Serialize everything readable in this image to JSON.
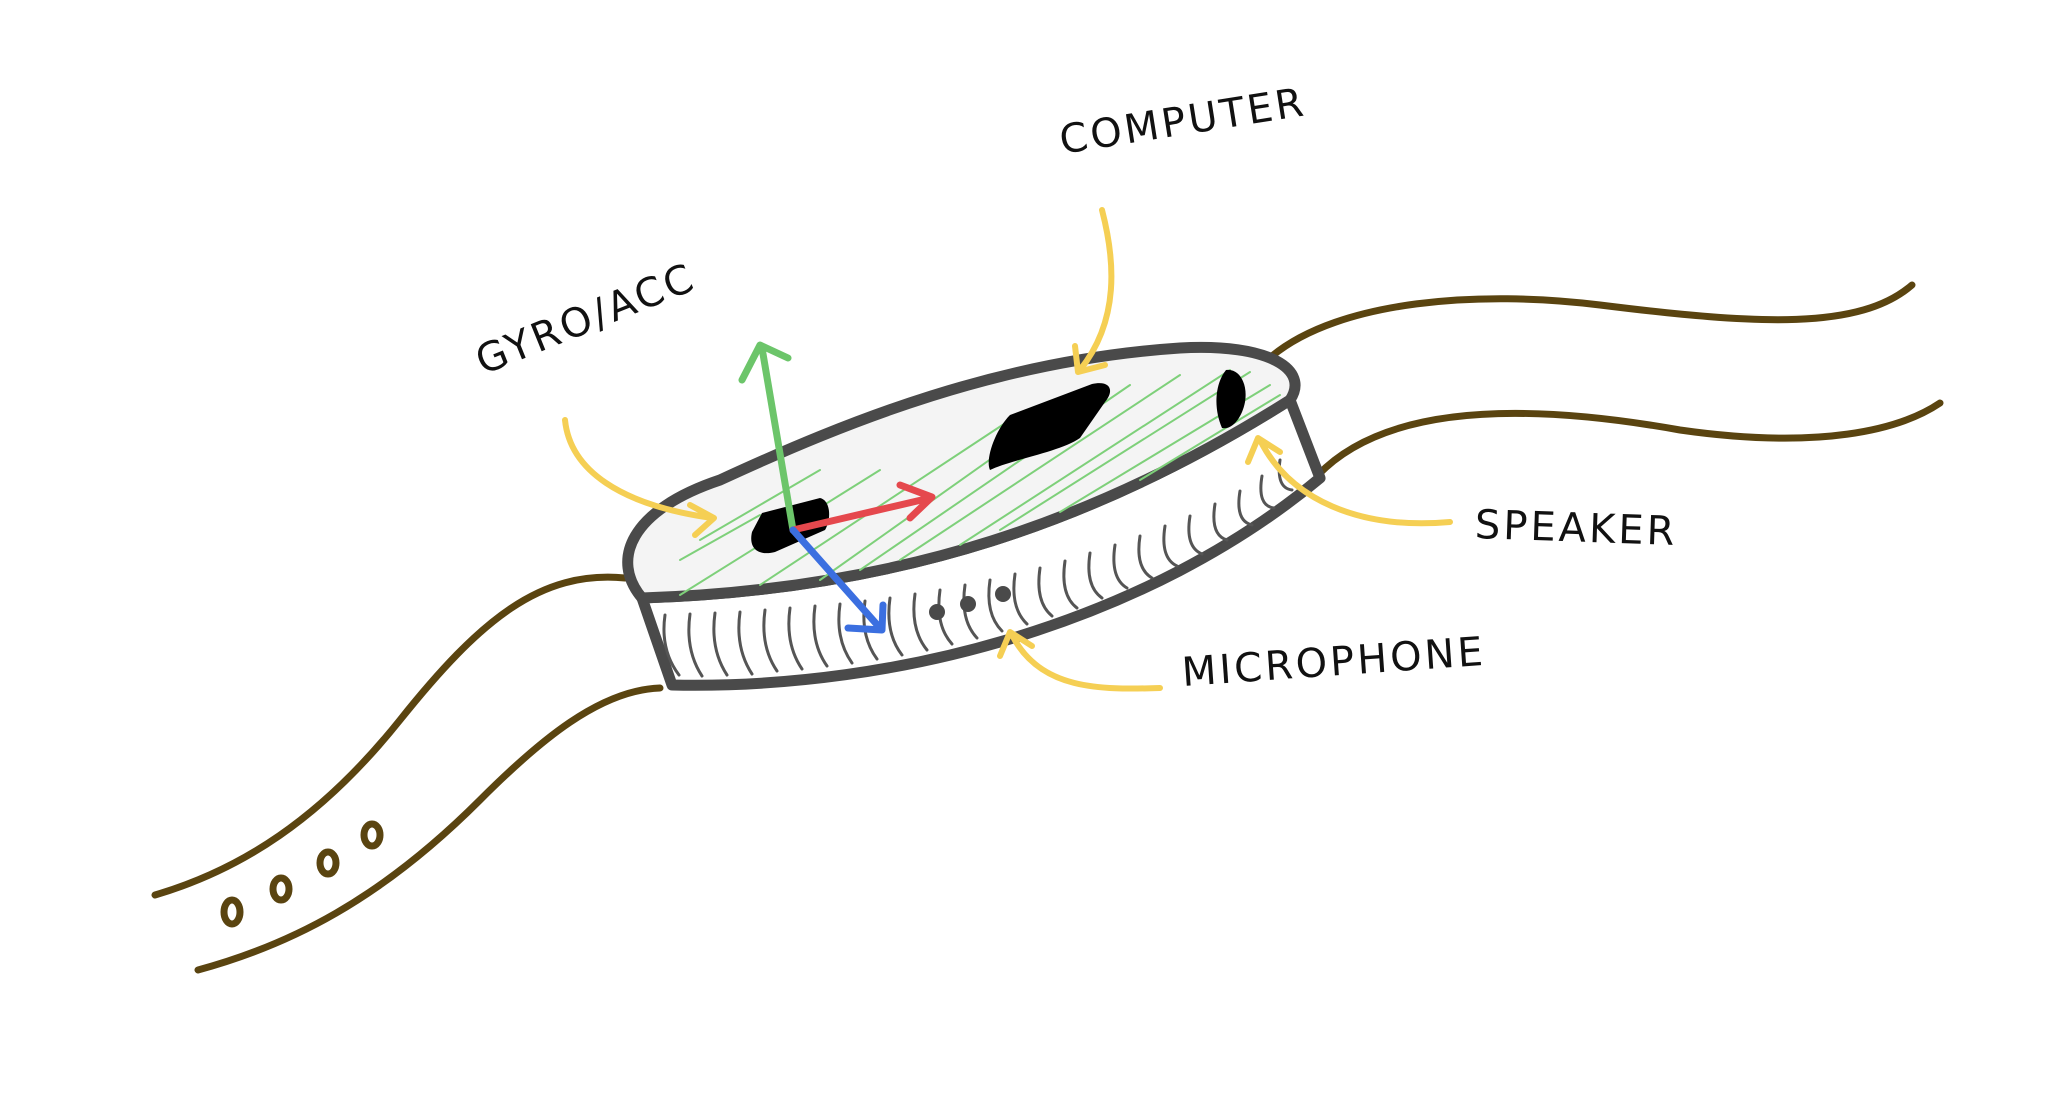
{
  "labels": {
    "computer": "COMPUTER",
    "gyro_acc": "GYRO/ACC",
    "speaker": "SPEAKER",
    "microphone": "MICROPHONE"
  },
  "colors": {
    "strap": "#5a4410",
    "body_outline": "#4a4a4a",
    "face_fill": "#f4f4f4",
    "face_hatch": "#7ed07a",
    "callout_arrow": "#f5cf54",
    "axis_x": "#e5484d",
    "axis_y": "#6cc56a",
    "axis_z": "#3b6fe0",
    "component": "#000000",
    "text": "#111111"
  }
}
